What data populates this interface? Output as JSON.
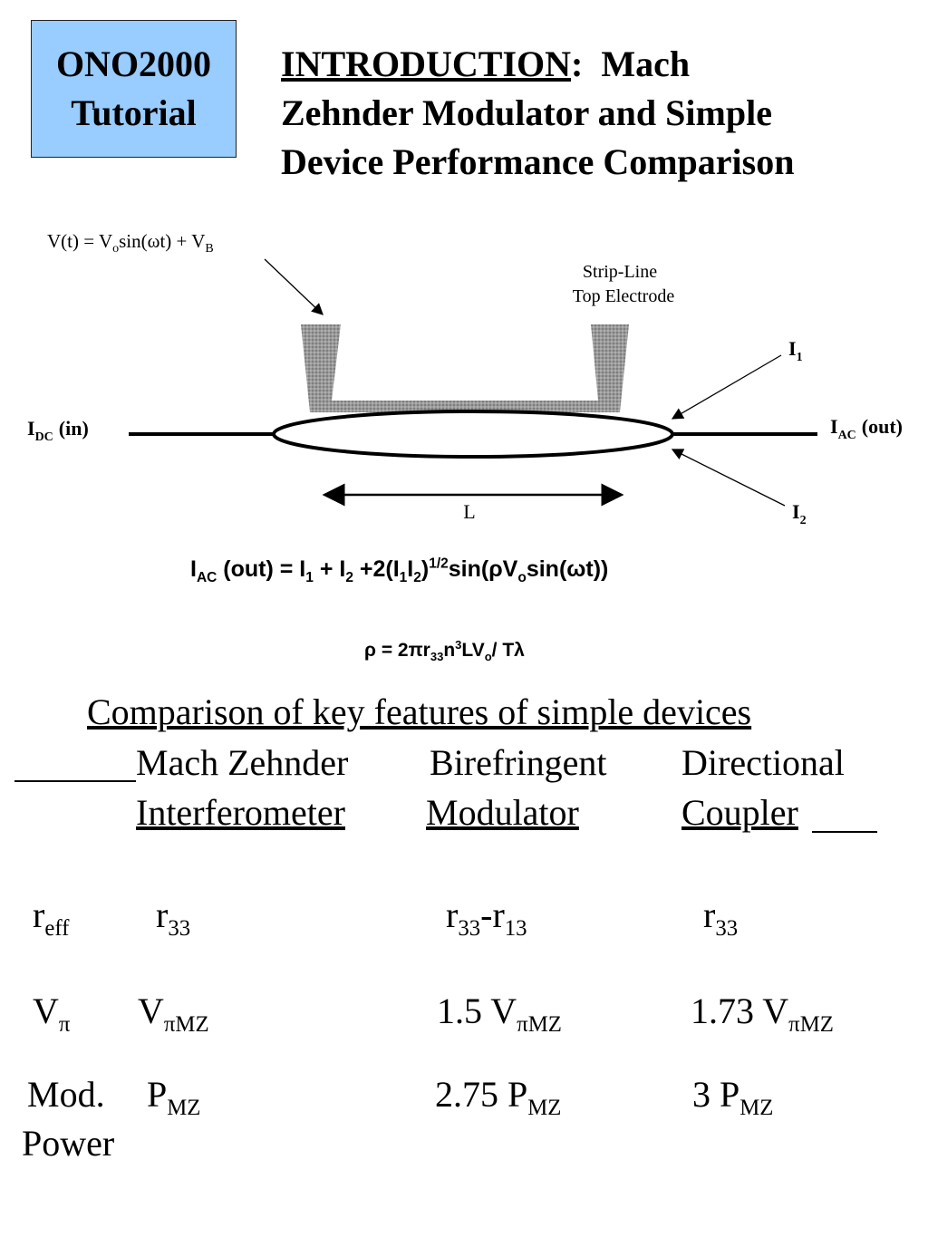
{
  "badge": {
    "line1": "ONO2000",
    "line2": "Tutorial"
  },
  "title": {
    "intro": "INTRODUCTION",
    "colon": ":",
    "line1_rest": "Mach",
    "line2": "Zehnder Modulator and Simple",
    "line3": "Device Performance Comparison"
  },
  "diagram": {
    "voltage_label": {
      "v": "V(t) = V",
      "o": "o",
      "mid": "sin(ωt) + V",
      "b": "B"
    },
    "electrode_label_1": "Strip-Line",
    "electrode_label_2": "Top Electrode",
    "input": {
      "i": "I",
      "sub": "DC",
      "rest": "(in)"
    },
    "output": {
      "i": "I",
      "sub": "AC",
      "rest": "(out)"
    },
    "i1": {
      "i": "I",
      "sub": "1"
    },
    "i2": {
      "i": "I",
      "sub": "2"
    },
    "length": "L"
  },
  "equation1": {
    "a": "I",
    "a_sub": "AC",
    "b": " (out) = I",
    "b_sub": "1",
    "c": " + I",
    "c_sub": "2",
    "d": " +2(I",
    "d_sub1": "1",
    "e": "I",
    "e_sub": "2",
    "f": ")",
    "f_sup": "1/2",
    "g": "sin(ρV",
    "g_sub": "o",
    "h": "sin(ωt))"
  },
  "equation2": {
    "a": "ρ = 2πr",
    "a_sub": "33",
    "b": "n",
    "b_sup": "3",
    "c": "LV",
    "c_sub": "o",
    "d": "/ Tλ"
  },
  "comparison": {
    "title": "Comparison of key features of simple devices",
    "headers": {
      "col1_line1": "Mach Zehnder",
      "col1_line2": "Interferometer",
      "col2_line1": "Birefringent",
      "col2_line2": "Modulator",
      "col3_line1": "Directional",
      "col3_line2": "Coupler"
    },
    "rows": {
      "reff": {
        "label": "r",
        "label_sub": "eff",
        "c1": "r",
        "c1_sub": "33",
        "c2a": "r",
        "c2a_sub": "33",
        "c2b": "-r",
        "c2b_sub": "13",
        "c3": "r",
        "c3_sub": "33"
      },
      "vpi": {
        "label": "V",
        "label_sub": "π",
        "c1": "V",
        "c1_sub": "πMZ",
        "c2": "1.5 V",
        "c2_sub": "πMZ",
        "c3": "1.73 V",
        "c3_sub": "πMZ"
      },
      "power": {
        "label1": "Mod.",
        "label2": "Power",
        "c1": "P",
        "c1_sub": "MZ",
        "c2": "2.75 P",
        "c2_sub": "MZ",
        "c3": "3 P",
        "c3_sub": "MZ"
      }
    }
  }
}
